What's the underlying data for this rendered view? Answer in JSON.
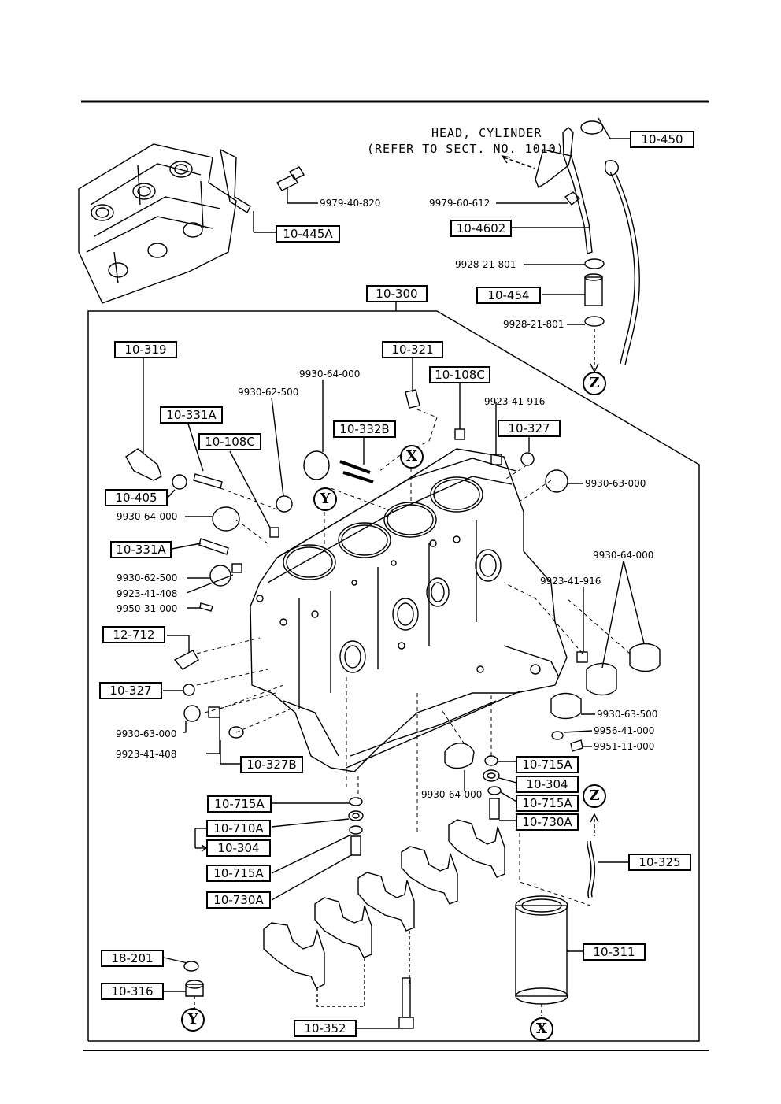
{
  "header": {
    "reference_line1": "HEAD, CYLINDER",
    "reference_line2": "(REFER TO SECT. NO. 1010)"
  },
  "callouts": {
    "c10_450": "10-450",
    "c10_445A": "10-445A",
    "c10_4602": "10-4602",
    "c10_454": "10-454",
    "c10_300": "10-300",
    "c10_319": "10-319",
    "c10_321": "10-321",
    "c10_108C_top": "10-108C",
    "c10_331A_top": "10-331A",
    "c10_108C_left": "10-108C",
    "c10_332B": "10-332B",
    "c10_327_top": "10-327",
    "c10_405": "10-405",
    "c10_331A_mid": "10-331A",
    "c12_712": "12-712",
    "c10_327_left": "10-327",
    "c10_327B": "10-327B",
    "c10_715A_r1": "10-715A",
    "c10_304_r": "10-304",
    "c10_715A_r2": "10-715A",
    "c10_730A_r": "10-730A",
    "c10_715A_l1": "10-715A",
    "c10_710A": "10-710A",
    "c10_304_l": "10-304",
    "c10_715A_l2": "10-715A",
    "c10_730A_l": "10-730A",
    "c10_325": "10-325",
    "c10_311": "10-311",
    "c18_201": "18-201",
    "c10_316": "10-316",
    "c10_352": "10-352"
  },
  "part_numbers": {
    "p9979_40_820": "9979-40-820",
    "p9979_60_612": "9979-60-612",
    "p9928_21_801_a": "9928-21-801",
    "p9928_21_801_b": "9928-21-801",
    "p9930_64_000_top": "9930-64-000",
    "p9930_62_500_top": "9930-62-500",
    "p9923_41_916_top": "9923-41-916",
    "p9930_63_000_r": "9930-63-000",
    "p9930_64_000_l": "9930-64-000",
    "p9930_64_000_r": "9930-64-000",
    "p9930_62_500_l": "9930-62-500",
    "p9923_41_408_l": "9923-41-408",
    "p9950_31_000": "9950-31-000",
    "p9923_41_916_r": "9923-41-916",
    "p9930_63_500": "9930-63-500",
    "p9956_41_000": "9956-41-000",
    "p9951_11_000": "9951-11-000",
    "p9930_63_000_l": "9930-63-000",
    "p9923_41_408_b": "9923-41-408",
    "p9930_64_000_b": "9930-64-000"
  },
  "markers": {
    "z_top": "Z",
    "x_top": "X",
    "y_top": "Y",
    "z_right": "Z",
    "y_bottom": "Y",
    "x_bottom": "X"
  }
}
